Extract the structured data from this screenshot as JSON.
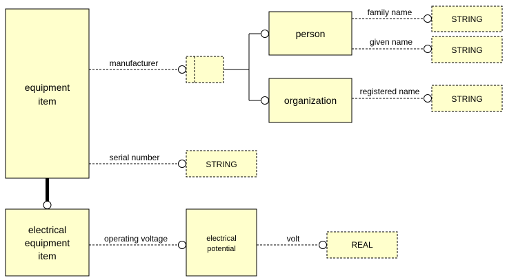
{
  "entities": {
    "equipment_item": [
      "equipment",
      "item"
    ],
    "electrical_equipment_item": [
      "electrical",
      "equipment",
      "item"
    ],
    "person": "person",
    "organization": "organization",
    "electrical_potential": [
      "electrical",
      "potential"
    ]
  },
  "types": {
    "string": "STRING",
    "real": "REAL"
  },
  "relations": {
    "manufacturer": "manufacturer",
    "serial_number": "serial number",
    "operating_voltage": "operating voltage",
    "family_name": "family name",
    "given_name": "given name",
    "registered_name": "registered name",
    "volt": "volt"
  }
}
